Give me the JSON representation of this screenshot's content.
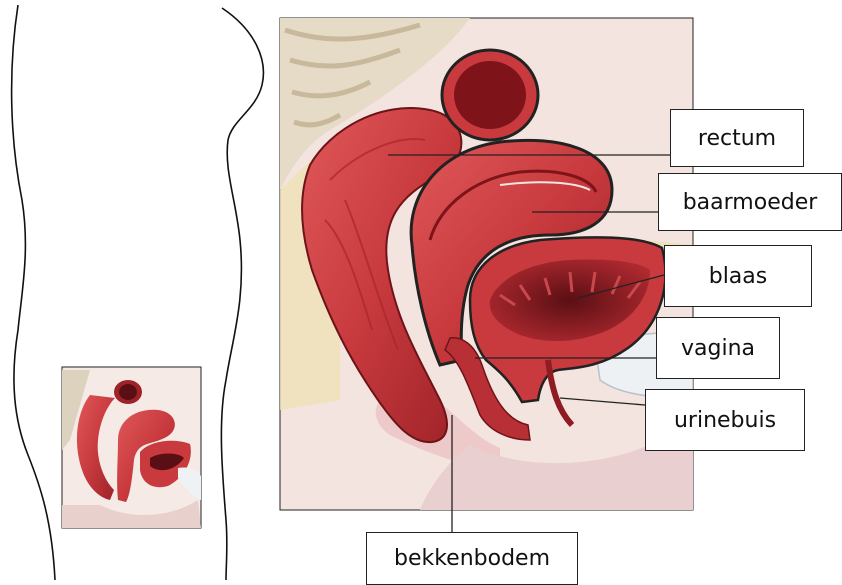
{
  "labels": {
    "rectum": "rectum",
    "uterus": "baarmoeder",
    "bladder": "blaas",
    "vagina": "vagina",
    "urethra": "urinebuis",
    "pelvic_floor": "bekkenbodem"
  },
  "colors": {
    "muscle": "#c83a3e",
    "muscle_dark": "#8e1c22",
    "background": "#f3e4df",
    "bone": "#e9dcc6",
    "fat": "#f0e2b8",
    "line": "#222222"
  }
}
